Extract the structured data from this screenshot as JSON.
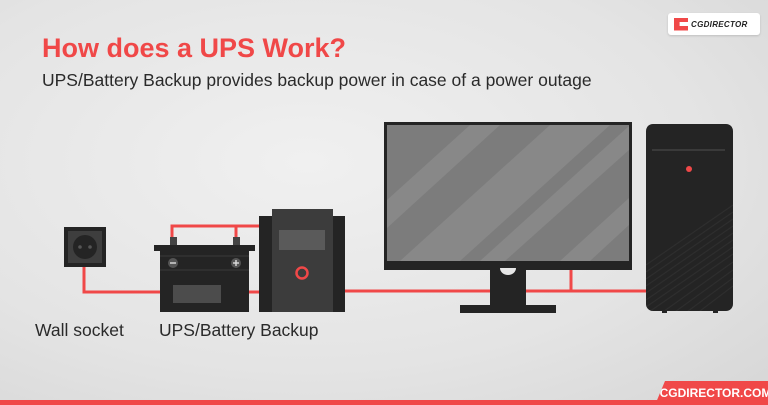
{
  "header": {
    "title": "How does a UPS Work?",
    "subtitle": "UPS/Battery Backup provides backup power in case of a power outage"
  },
  "labels": {
    "wall_socket": "Wall socket",
    "ups": "UPS/Battery Backup"
  },
  "branding": {
    "logo_text": "CGDIRECTOR",
    "footer_url": "CGDIRECTOR.COM"
  },
  "colors": {
    "accent": "#f04848",
    "device_dark": "#242424",
    "device_mid": "#3c3c3c",
    "screen": "#7a7a7a",
    "background": "#e6e6e6"
  }
}
